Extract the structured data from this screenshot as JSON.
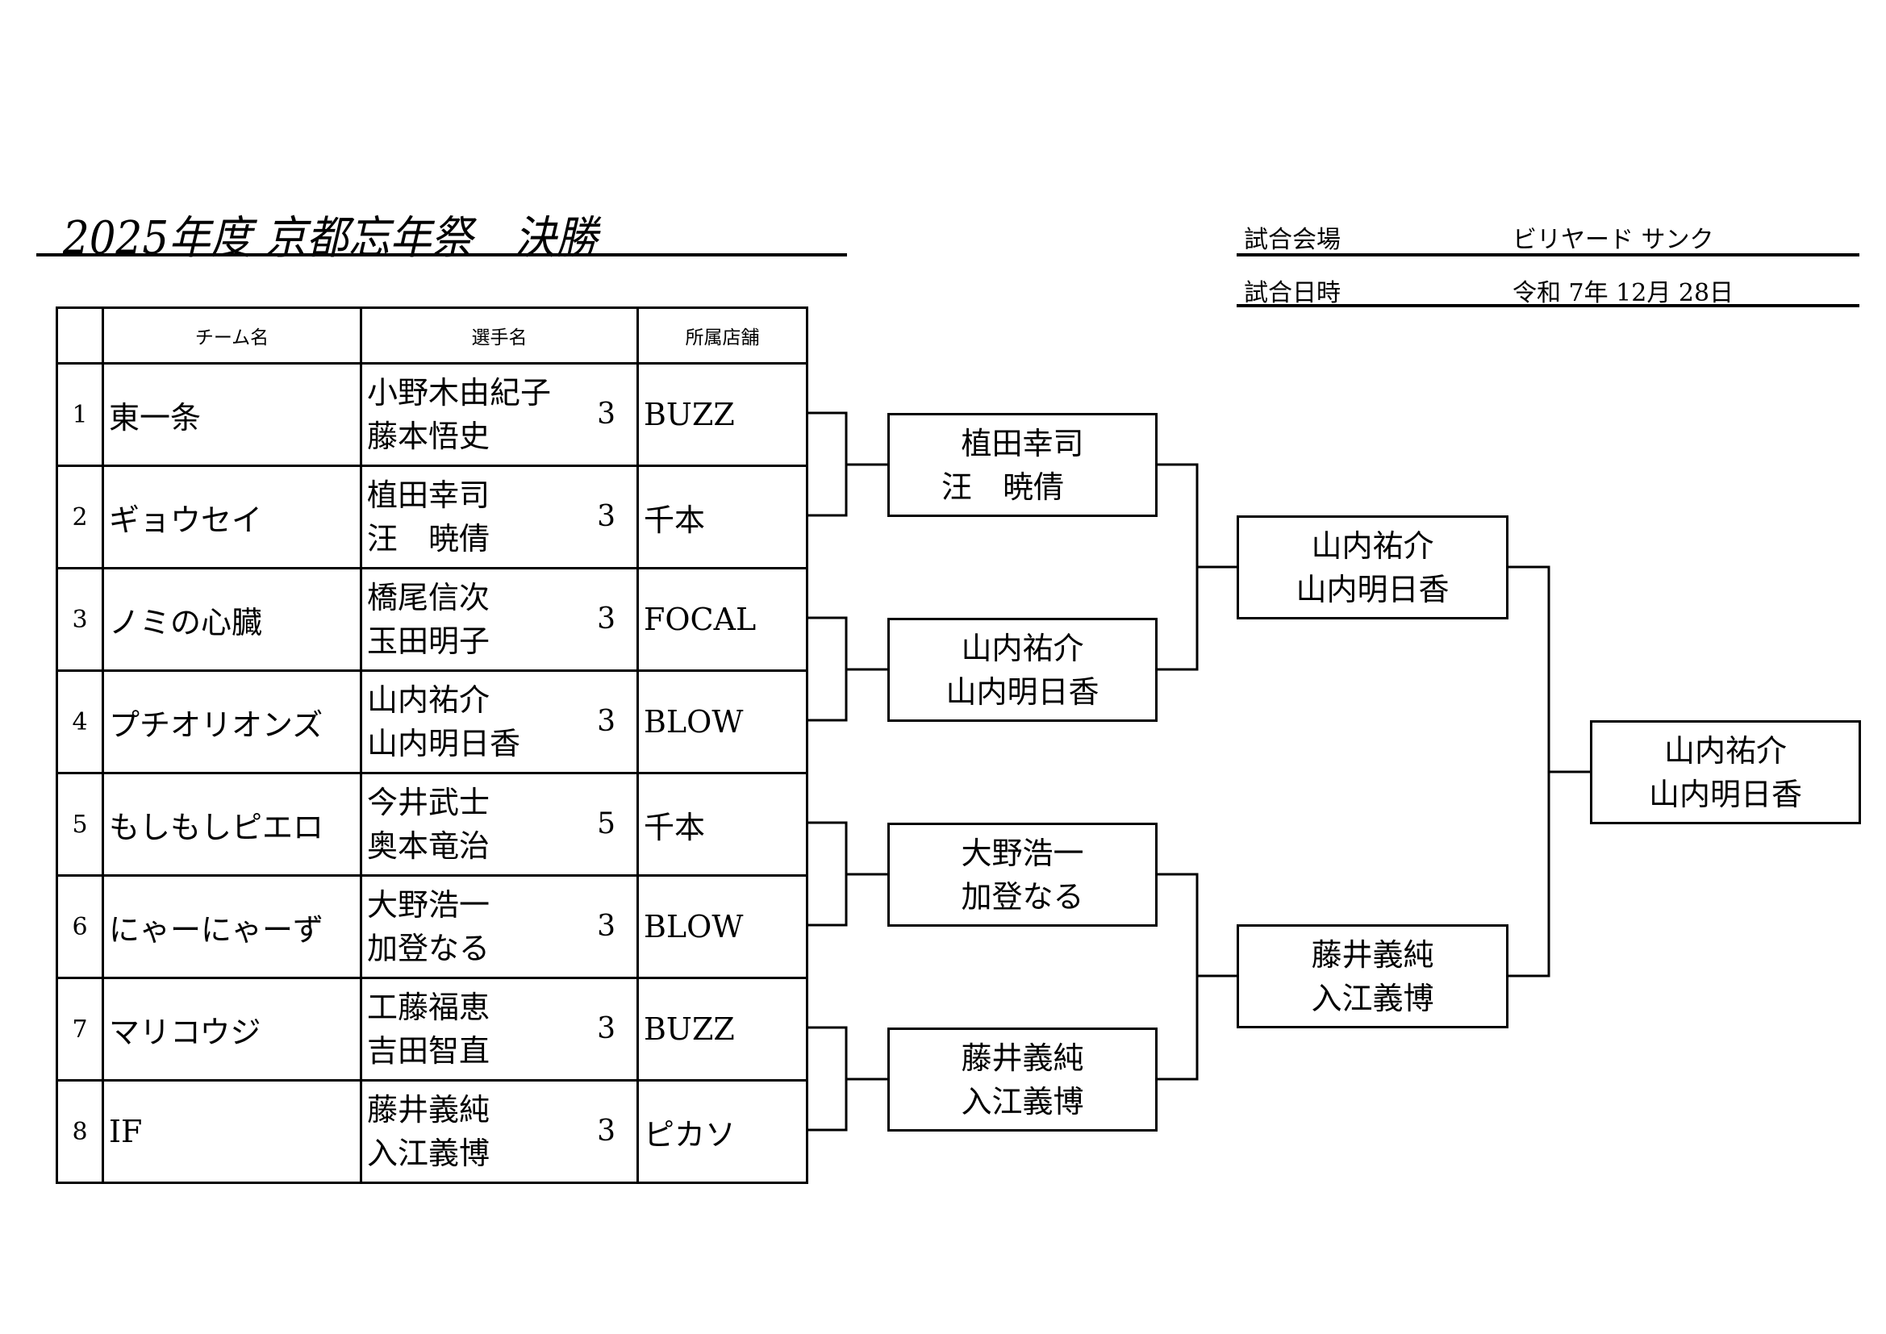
{
  "title": "2025年度 京都忘年祭　決勝",
  "info": {
    "venue_label": "試合会場",
    "venue_value": "ビリヤード サンク",
    "date_label": "試合日時",
    "date_value": "令和 7年 12月 28日"
  },
  "table": {
    "headers": {
      "team": "チーム名",
      "players": "選手名",
      "store": "所属店舗"
    },
    "rows": [
      {
        "num": "1",
        "team": "東一条",
        "p1": "小野木由紀子",
        "p2": "藤本悟史",
        "score": "3",
        "store": "BUZZ"
      },
      {
        "num": "2",
        "team": "ギョウセイ",
        "p1": "植田幸司",
        "p2": "汪　暁倩",
        "score": "3",
        "store": "千本"
      },
      {
        "num": "3",
        "team": "ノミの心臓",
        "p1": "橋尾信次",
        "p2": "玉田明子",
        "score": "3",
        "store": "FOCAL"
      },
      {
        "num": "4",
        "team": "プチオリオンズ",
        "p1": "山内祐介",
        "p2": "山内明日香",
        "score": "3",
        "store": "BLOW"
      },
      {
        "num": "5",
        "team": "もしもしピエロ",
        "p1": "今井武士",
        "p2": "奥本竜治",
        "score": "5",
        "store": "千本"
      },
      {
        "num": "6",
        "team": "にゃーにゃーず",
        "p1": "大野浩一",
        "p2": "加登なる",
        "score": "3",
        "store": "BLOW"
      },
      {
        "num": "7",
        "team": "マリコウジ",
        "p1": "工藤福恵",
        "p2": "吉田智直",
        "score": "3",
        "store": "BUZZ"
      },
      {
        "num": "8",
        "team": "IF",
        "p1": "藤井義純",
        "p2": "入江義博",
        "score": "3",
        "store": "ピカソ"
      }
    ]
  },
  "round1": [
    {
      "p1": "植田幸司",
      "p2": "汪　暁倩"
    },
    {
      "p1": "山内祐介",
      "p2": "山内明日香"
    },
    {
      "p1": "大野浩一",
      "p2": "加登なる"
    },
    {
      "p1": "藤井義純",
      "p2": "入江義博"
    }
  ],
  "round2": [
    {
      "p1": "山内祐介",
      "p2": "山内明日香"
    },
    {
      "p1": "藤井義純",
      "p2": "入江義博"
    }
  ],
  "final": {
    "p1": "山内祐介",
    "p2": "山内明日香"
  }
}
